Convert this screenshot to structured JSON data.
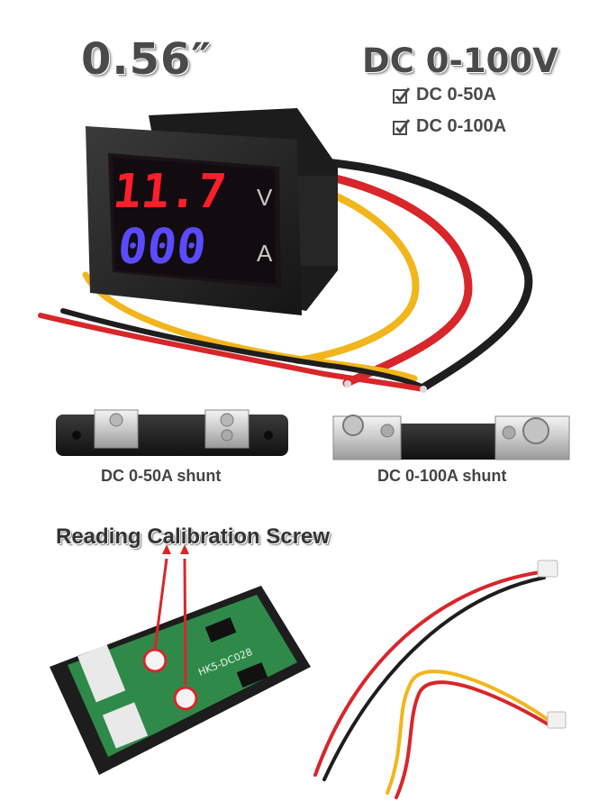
{
  "header": {
    "size": "0.56″",
    "voltage_range": "DC 0-100V",
    "options": [
      {
        "label": "DC 0-50A",
        "checked": true
      },
      {
        "label": "DC 0-100A",
        "checked": true
      }
    ]
  },
  "display": {
    "voltage_reading": "11.7",
    "voltage_unit": "V",
    "current_reading": "000",
    "current_unit": "A",
    "voltage_color": "#ff1e2a",
    "current_color": "#5a4bff"
  },
  "shunts": {
    "small_label": "DC 0-50A shunt",
    "large_label": "DC 0-100A shunt"
  },
  "calibration": {
    "title": "Reading Calibration Screw",
    "pcb_marking": "HK5-DC028"
  },
  "colors": {
    "wire_red": "#d8262b",
    "wire_black": "#1e1e1e",
    "wire_yellow": "#f2b51b",
    "pcb_green": "#2f8a4a",
    "housing": "#2a2a2a"
  }
}
